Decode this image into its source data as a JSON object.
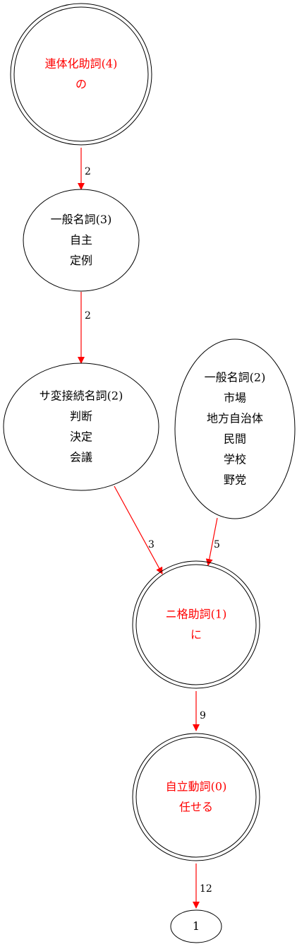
{
  "colors": {
    "highlight": "#ff0000",
    "normal": "#000000",
    "edge": "#ff0000"
  },
  "nodes": [
    {
      "id": "n4",
      "lines": [
        "連体化助詞(4)",
        "の"
      ],
      "highlight": true
    },
    {
      "id": "n3",
      "lines": [
        "一般名詞(3)",
        "自主",
        "定例"
      ],
      "highlight": false
    },
    {
      "id": "n2a",
      "lines": [
        "サ変接続名詞(2)",
        "判断",
        "決定",
        "会議"
      ],
      "highlight": false
    },
    {
      "id": "n2b",
      "lines": [
        "一般名詞(2)",
        "市場",
        "地方自治体",
        "民間",
        "学校",
        "野党"
      ],
      "highlight": false
    },
    {
      "id": "n1",
      "lines": [
        "ニ格助詞(1)",
        "に"
      ],
      "highlight": true
    },
    {
      "id": "n0",
      "lines": [
        "自立動詞(0)",
        "任せる"
      ],
      "highlight": true
    },
    {
      "id": "end",
      "lines": [
        "1"
      ],
      "highlight": false
    }
  ],
  "edges": [
    {
      "from": "n4",
      "to": "n3",
      "label": "2"
    },
    {
      "from": "n3",
      "to": "n2a",
      "label": "2"
    },
    {
      "from": "n2a",
      "to": "n1",
      "label": "3"
    },
    {
      "from": "n2b",
      "to": "n1",
      "label": "5"
    },
    {
      "from": "n1",
      "to": "n0",
      "label": "9"
    },
    {
      "from": "n0",
      "to": "end",
      "label": "12"
    }
  ]
}
